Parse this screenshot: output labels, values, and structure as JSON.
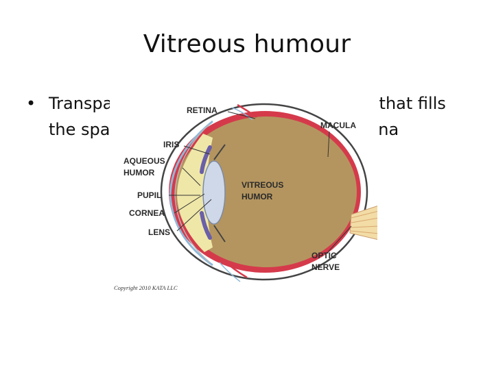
{
  "slide": {
    "title": "Vitreous humour",
    "bullet_marker": "•",
    "bullet_text": "Transparent, colorless, gelatinous mass that fills the space between the lens and the retina"
  },
  "diagram": {
    "labels": {
      "retina": "RETINA",
      "macula": "MACULA",
      "iris": "IRIS",
      "aqueous_humor_1": "AQUEOUS",
      "aqueous_humor_2": "HUMOR",
      "pupil": "PUPIL",
      "cornea": "CORNEA",
      "lens": "LENS",
      "vitreous_humor_1": "VITREOUS",
      "vitreous_humor_2": "HUMOR",
      "optic_nerve_1": "OPTIC",
      "optic_nerve_2": "NERVE"
    },
    "copyright": "Copyright 2010 KATA LLC",
    "colors": {
      "vitreous": "#b4955f",
      "retina": "#d53a4b",
      "sclera": "#ffffff",
      "outline": "#444444",
      "lens": "#cfd8e8",
      "aqueous": "#efe7a8",
      "iris": "#6a5fa8",
      "cornea_line": "#8fb8d8"
    }
  }
}
